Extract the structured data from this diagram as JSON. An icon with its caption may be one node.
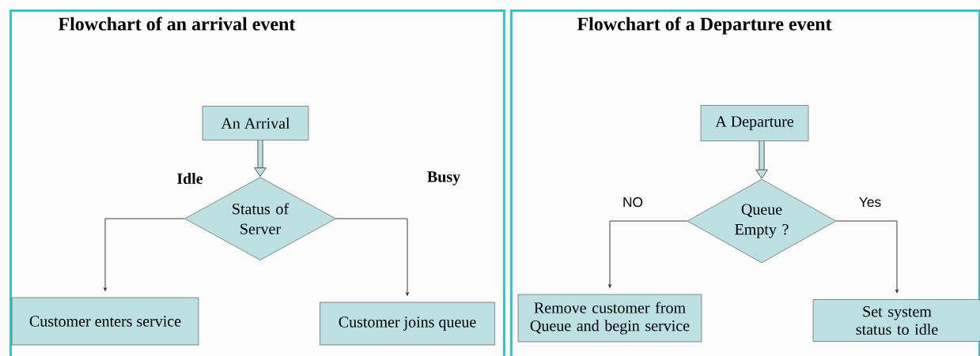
{
  "diagram": {
    "nodes": [
      {
        "text": [
          "Flowchart of an arrival event"
        ]
      },
      {
        "text": [
          "An Arrival"
        ],
        "in": 0
      },
      {
        "text": [
          "Status of Server"
        ],
        "in": 0
      },
      {
        "text": [
          "Customer enters service"
        ],
        "in": 0
      },
      {
        "text": [
          "Customer joins queue"
        ],
        "in": 0
      },
      {
        "text": [
          "Flowchart of a Departure event"
        ]
      },
      {
        "text": [
          "A Departure"
        ],
        "in": 5
      },
      {
        "text": [
          "Queue Empty ?"
        ],
        "in": 5
      },
      {
        "text": [
          "Remove customer from Queue and begin service"
        ],
        "in": 5
      },
      {
        "text": [
          "Set system status to idle"
        ],
        "in": 5
      }
    ],
    "edges": [
      {
        "from": 1,
        "to": 2,
        "arrow": "to",
        "style": "thick"
      },
      {
        "from": 2,
        "to": 3,
        "arrow": "to",
        "label": "Idle"
      },
      {
        "from": 2,
        "to": 4,
        "arrow": "to",
        "label": "Busy"
      },
      {
        "from": 6,
        "to": 7,
        "arrow": "to",
        "style": "thick"
      },
      {
        "from": 7,
        "to": 8,
        "arrow": "to",
        "label": "NO"
      },
      {
        "from": 7,
        "to": 9,
        "arrow": "to",
        "label": "Yes"
      }
    ]
  }
}
